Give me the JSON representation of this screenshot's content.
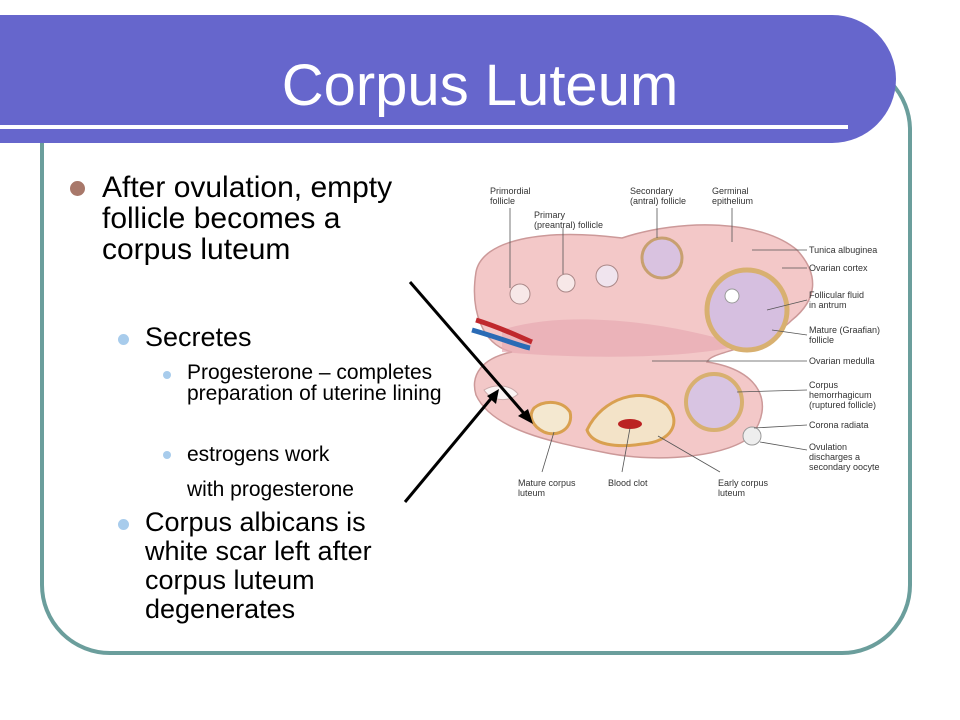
{
  "slide": {
    "title": "Corpus Luteum",
    "bullets": {
      "main": "After ovulation, empty follicle becomes a corpus luteum",
      "secretes": "Secretes",
      "progesterone": "Progesterone – completes preparation of uterine lining",
      "estrogens": "estrogens work",
      "estrogens_cont": "with progesterone",
      "albicans": "Corpus albicans is white scar left after corpus luteum degenerates"
    }
  },
  "diagram": {
    "labels": {
      "primordial_1": "Primordial",
      "primordial_2": "follicle",
      "primary_1": "Primary",
      "primary_2": "(preantral) follicle",
      "secondary_1": "Secondary",
      "secondary_2": "(antral) follicle",
      "germinal_1": "Germinal",
      "germinal_2": "epithelium",
      "tunica": "Tunica albuginea",
      "cortex": "Ovarian cortex",
      "fluid_1": "Follicular fluid",
      "fluid_2": "in antrum",
      "mature_1": "Mature (Graafian)",
      "mature_2": "follicle",
      "medulla": "Ovarian medulla",
      "hemorrhagicum_1": "Corpus",
      "hemorrhagicum_2": "hemorrhagicum",
      "hemorrhagicum_3": "(ruptured follicle)",
      "corona": "Corona radiata",
      "ovulation_1": "Ovulation",
      "ovulation_2": "discharges a",
      "ovulation_3": "secondary oocyte",
      "mature_cl_1": "Mature corpus",
      "mature_cl_2": "luteum",
      "blood_clot": "Blood clot",
      "early_cl_1": "Early corpus",
      "early_cl_2": "luteum"
    }
  }
}
